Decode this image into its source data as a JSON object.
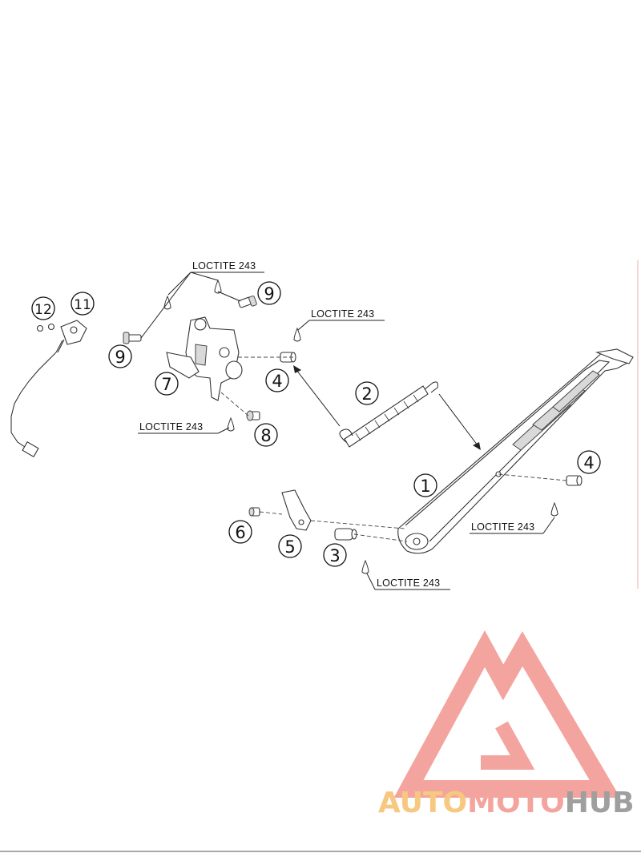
{
  "diagram": {
    "callouts": [
      {
        "id": "1",
        "label": "1"
      },
      {
        "id": "2",
        "label": "2"
      },
      {
        "id": "3",
        "label": "3"
      },
      {
        "id": "4a",
        "label": "4"
      },
      {
        "id": "4b",
        "label": "4"
      },
      {
        "id": "5",
        "label": "5"
      },
      {
        "id": "6",
        "label": "6"
      },
      {
        "id": "7",
        "label": "7"
      },
      {
        "id": "8",
        "label": "8"
      },
      {
        "id": "9a",
        "label": "9"
      },
      {
        "id": "9b",
        "label": "9"
      },
      {
        "id": "11",
        "label": "11"
      },
      {
        "id": "12",
        "label": "12"
      }
    ],
    "notes": [
      {
        "id": "loctite-top",
        "text": "LOCTITE 243"
      },
      {
        "id": "loctite-mid",
        "text": "LOCTITE 243"
      },
      {
        "id": "loctite-left",
        "text": "LOCTITE 243"
      },
      {
        "id": "loctite-right",
        "text": "LOCTITE 243"
      },
      {
        "id": "loctite-bottom",
        "text": "LOCTITE 243"
      }
    ]
  },
  "watermark": {
    "word_part1": "AUTO",
    "word_part2": "MOTO",
    "word_part3": "HUB",
    "colors": {
      "triangle": "#f4a09a",
      "auto": "#f7c67a",
      "moto": "#f4a09a",
      "hub": "#9a9a9a"
    }
  }
}
